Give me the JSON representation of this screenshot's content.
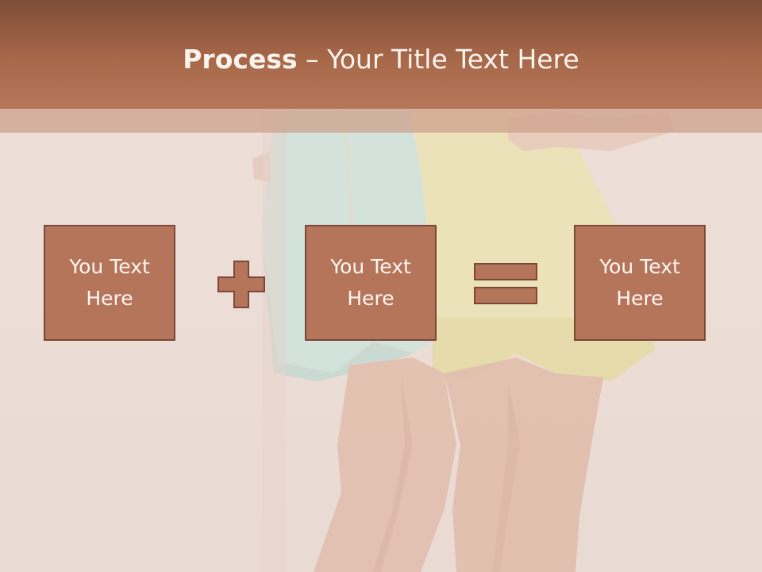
{
  "slide": {
    "title_bold": "Process",
    "title_rest": " – Your Title Text Here",
    "boxes": [
      {
        "text": "You Text Here"
      },
      {
        "text": "You Text Here"
      },
      {
        "text": "You Text Here"
      }
    ],
    "operators": [
      "plus",
      "equals"
    ]
  },
  "colors": {
    "header": "#a8684a",
    "box_fill": "#b5755b",
    "box_border": "#7a4835",
    "text_light": "#fdf5f0"
  }
}
